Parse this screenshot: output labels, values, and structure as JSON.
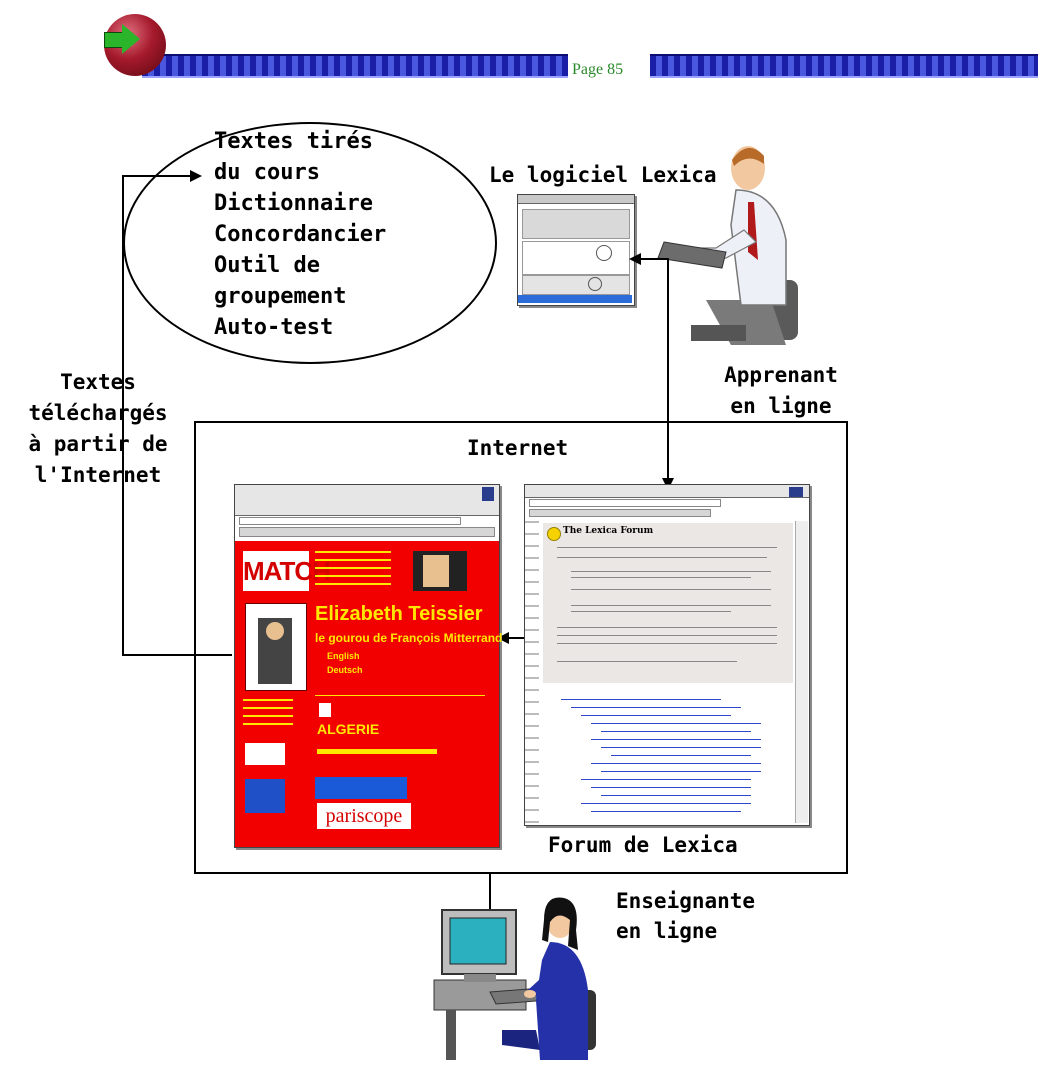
{
  "header": {
    "page_label": "Page 85"
  },
  "diagram": {
    "ellipse_items": [
      "Textes tirés",
      "du cours",
      "Dictionnaire",
      "Concordancier",
      "Outil de",
      "groupement",
      "Auto-test"
    ],
    "software_title": "Le logiciel Lexica",
    "learner_label": [
      "Apprenant",
      "en ligne"
    ],
    "downloaded_label": [
      "Textes",
      "téléchargés",
      "à partir de",
      "l'Internet"
    ],
    "internet_label": "Internet",
    "forum_label": "Forum de Lexica",
    "teacher_label": [
      "Enseignante",
      "en ligne"
    ],
    "match_page": {
      "logo": "MATCH",
      "headline": "Elizabeth Teissier",
      "subheadline": "le gourou de François Mitterrand",
      "links": [
        "English",
        "Deutsch"
      ],
      "story": "ALGERIE",
      "footer_logo": "pariscope"
    },
    "forum_page": {
      "title": "The Lexica Forum"
    }
  },
  "colors": {
    "header_bar": "#1b1ea6",
    "page_label": "#2b8a2b",
    "logo_ball": "#a51a2c",
    "logo_arrow": "#2bb52b",
    "match_background": "#f20000",
    "match_text": "#ffe800"
  }
}
